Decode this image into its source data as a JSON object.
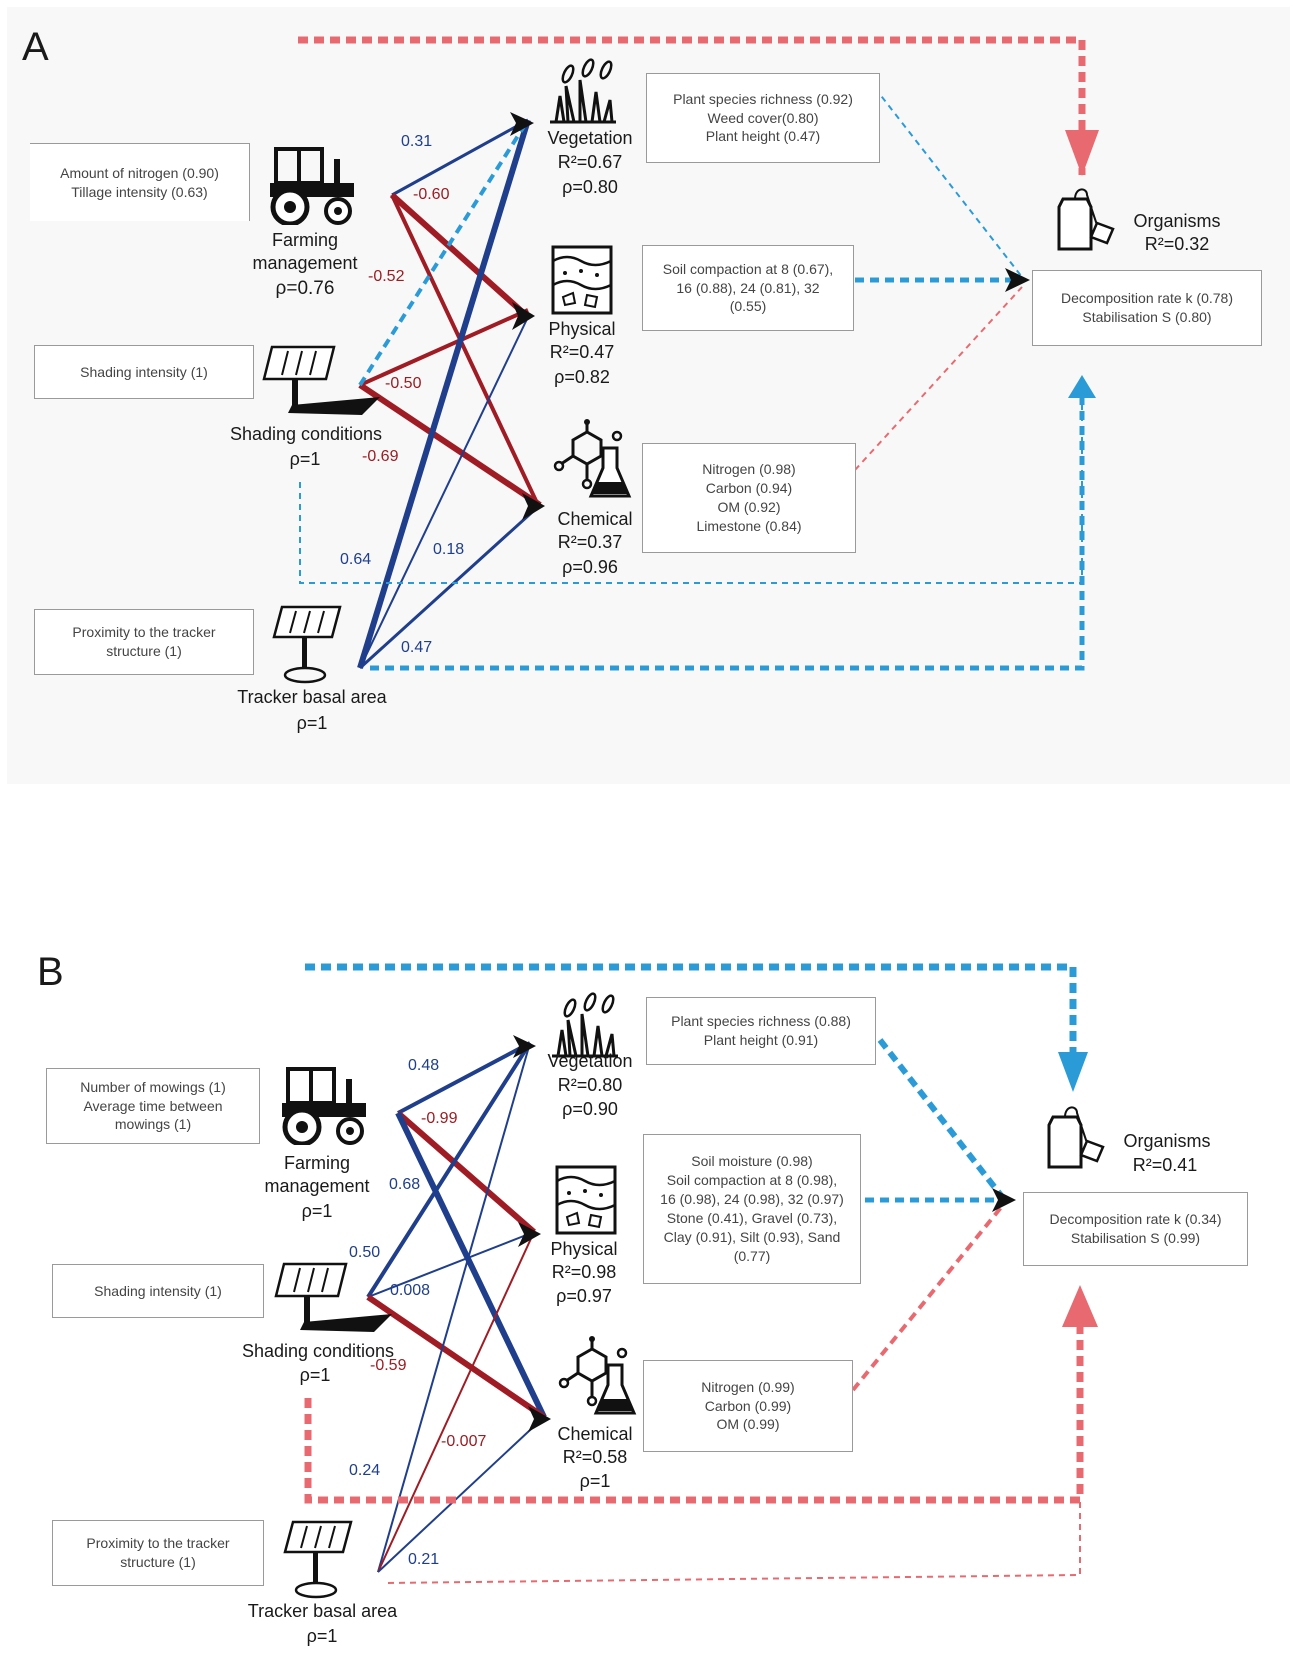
{
  "panel_a": {
    "label": "A",
    "boxes": {
      "farming": "Amount of nitrogen (0.90)\nTillage intensity (0.63)",
      "shading": "Shading intensity (1)",
      "proximity": "Proximity to the tracker\nstructure (1)",
      "vegetation": "Plant species richness (0.92)\nWeed cover(0.80)\nPlant height (0.47)",
      "physical": "Soil compaction at 8 (0.67),\n16 (0.88), 24 (0.81), 32\n(0.55)",
      "chemical": "Nitrogen (0.98)\nCarbon (0.94)\nOM (0.92)\nLimestone (0.84)",
      "organisms": "Decomposition rate k (0.78)\nStabilisation S (0.80)"
    },
    "nodes": {
      "farming_name": "Farming\nmanagement",
      "farming_rho": "ρ=0.76",
      "shading_name": "Shading conditions",
      "shading_rho": "ρ=1",
      "tracker_name": "Tracker basal area",
      "tracker_rho": "ρ=1",
      "veg_name": "Vegetation",
      "veg_r2": "R²=0.67",
      "veg_rho": "ρ=0.80",
      "phys_name": "Physical",
      "phys_r2": "R²=0.47",
      "phys_rho": "ρ=0.82",
      "chem_name": "Chemical",
      "chem_r2": "R²=0.37",
      "chem_rho": "ρ=0.96",
      "org_name": "Organisms",
      "org_r2": "R²=0.32"
    },
    "coefficients": {
      "c031": "0.31",
      "cm060": "-0.60",
      "cm052": "-0.52",
      "cm050": "-0.50",
      "cm069": "-0.69",
      "c064": "0.64",
      "c018": "0.18",
      "c047": "0.47"
    }
  },
  "panel_b": {
    "label": "B",
    "boxes": {
      "farming": "Number of mowings (1)\nAverage time between\nmowings (1)",
      "shading": "Shading intensity (1)",
      "proximity": "Proximity to the tracker\nstructure (1)",
      "vegetation": "Plant species richness (0.88)\nPlant height (0.91)",
      "physical": "Soil moisture (0.98)\nSoil compaction at 8 (0.98),\n16 (0.98), 24 (0.98), 32 (0.97)\nStone (0.41), Gravel (0.73),\nClay (0.91), Silt (0.93), Sand\n(0.77)",
      "chemical": "Nitrogen (0.99)\nCarbon (0.99)\nOM (0.99)",
      "organisms": "Decomposition rate k (0.34)\nStabilisation S (0.99)"
    },
    "nodes": {
      "farming_name": "Farming\nmanagement",
      "farming_rho": "ρ=1",
      "shading_name": "Shading conditions",
      "shading_rho": "ρ=1",
      "tracker_name": "Tracker basal area",
      "tracker_rho": "ρ=1",
      "veg_name": "Vegetation",
      "veg_r2": "R²=0.80",
      "veg_rho": "ρ=0.90",
      "phys_name": "Physical",
      "phys_r2": "R²=0.98",
      "phys_rho": "ρ=0.97",
      "chem_name": "Chemical",
      "chem_r2": "R²=0.58",
      "chem_rho": "ρ=1",
      "org_name": "Organisms",
      "org_r2": "R²=0.41"
    },
    "coefficients": {
      "c048": "0.48",
      "cm099": "-0.99",
      "c068": "0.68",
      "c050": "0.50",
      "c0008": "0.008",
      "cm059": "-0.59",
      "cm0007": "-0.007",
      "c024": "0.24",
      "c021": "0.21"
    }
  },
  "colors": {
    "positive": "#1f3e8c",
    "negative": "#a01c24",
    "dashed_blue": "#2b9bd8",
    "dashed_red": "#e86a70"
  }
}
